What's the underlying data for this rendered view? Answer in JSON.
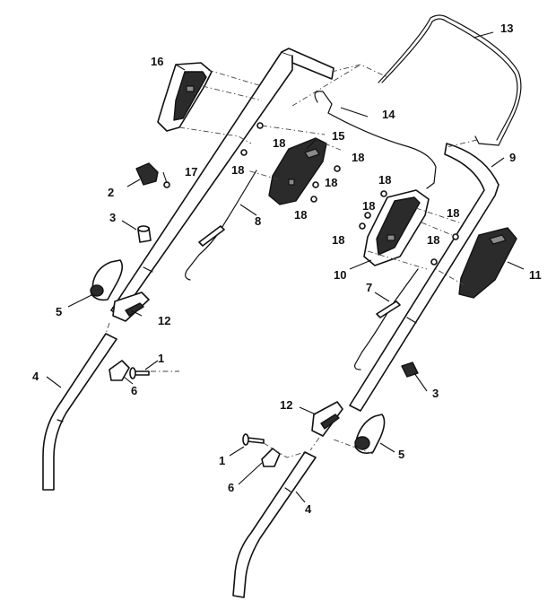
{
  "diagram": {
    "callouts": {
      "c1a": "1",
      "c1b": "1",
      "c2": "2",
      "c3a": "3",
      "c3b": "3",
      "c4a": "4",
      "c4b": "4",
      "c5a": "5",
      "c5b": "5",
      "c6a": "6",
      "c6b": "6",
      "c7": "7",
      "c8": "8",
      "c9": "9",
      "c10": "10",
      "c11": "11",
      "c12a": "12",
      "c12b": "12",
      "c13": "13",
      "c14": "14",
      "c15": "15",
      "c16": "16",
      "c17": "17",
      "c18a": "18",
      "c18b": "18",
      "c18c": "18",
      "c18d": "18",
      "c18e": "18",
      "c18f": "18",
      "c18g": "18",
      "c18h": "18",
      "c18i": "18",
      "c18j": "18"
    }
  }
}
